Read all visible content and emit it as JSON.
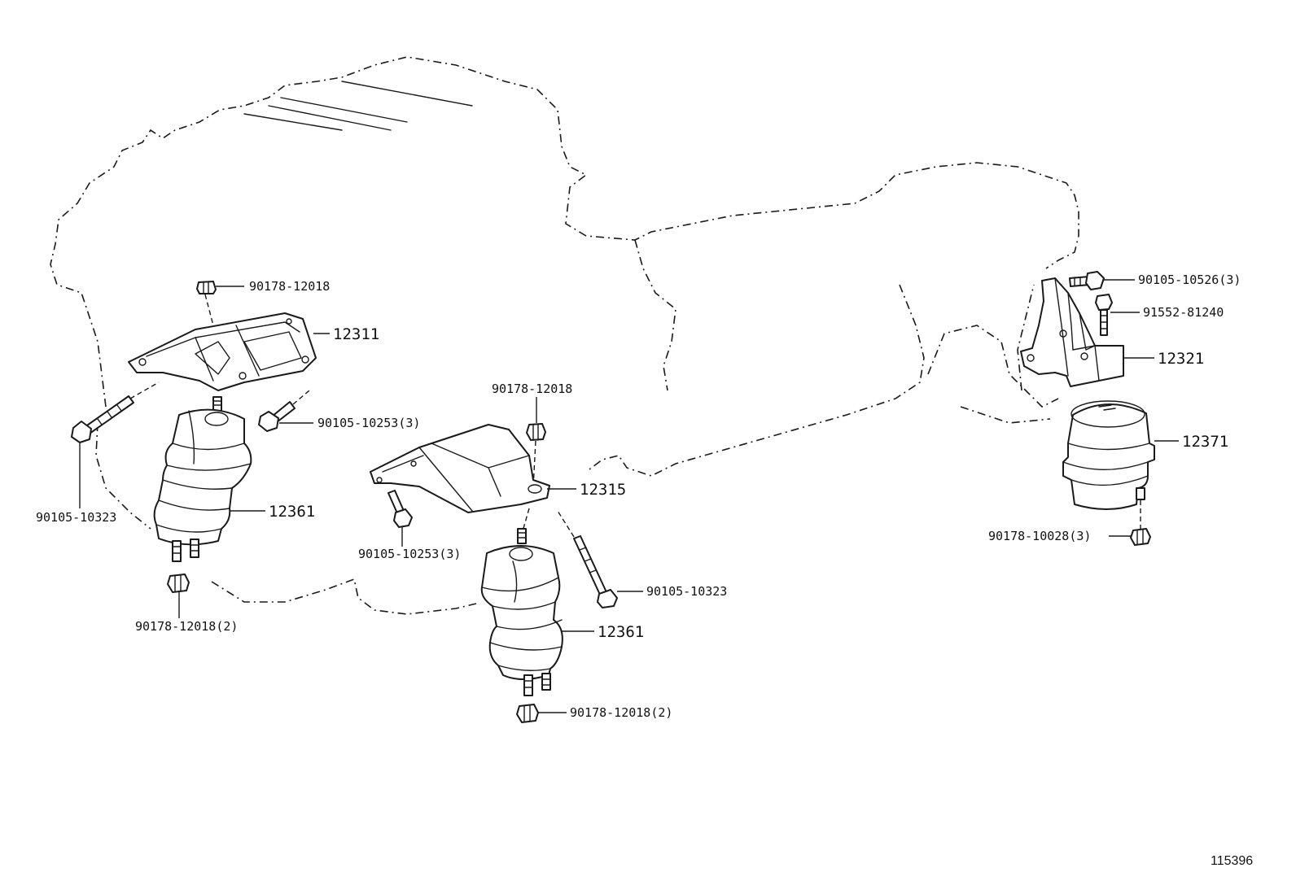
{
  "labels": {
    "nut_90178_12018_top": "90178-12018",
    "bracket_12311": "12311",
    "bolt_90105_10253_3_left": "90105-10253(3)",
    "bolt_90105_10323_left": "90105-10323",
    "insulator_12361_left": "12361",
    "nut_90178_12018_2_left": "90178-12018(2)",
    "nut_90178_12018_center": "90178-12018",
    "bracket_12315": "12315",
    "bolt_90105_10253_3_center": "90105-10253(3)",
    "bolt_90105_10323_center": "90105-10323",
    "insulator_12361_center": "12361",
    "nut_90178_12018_2_center": "90178-12018(2)",
    "bolt_90105_10526_3": "90105-10526(3)",
    "bolt_91552_81240": "91552-81240",
    "bracket_12321": "12321",
    "insulator_12371": "12371",
    "nut_90178_10028_3": "90178-10028(3)"
  },
  "figure_id": "115396"
}
